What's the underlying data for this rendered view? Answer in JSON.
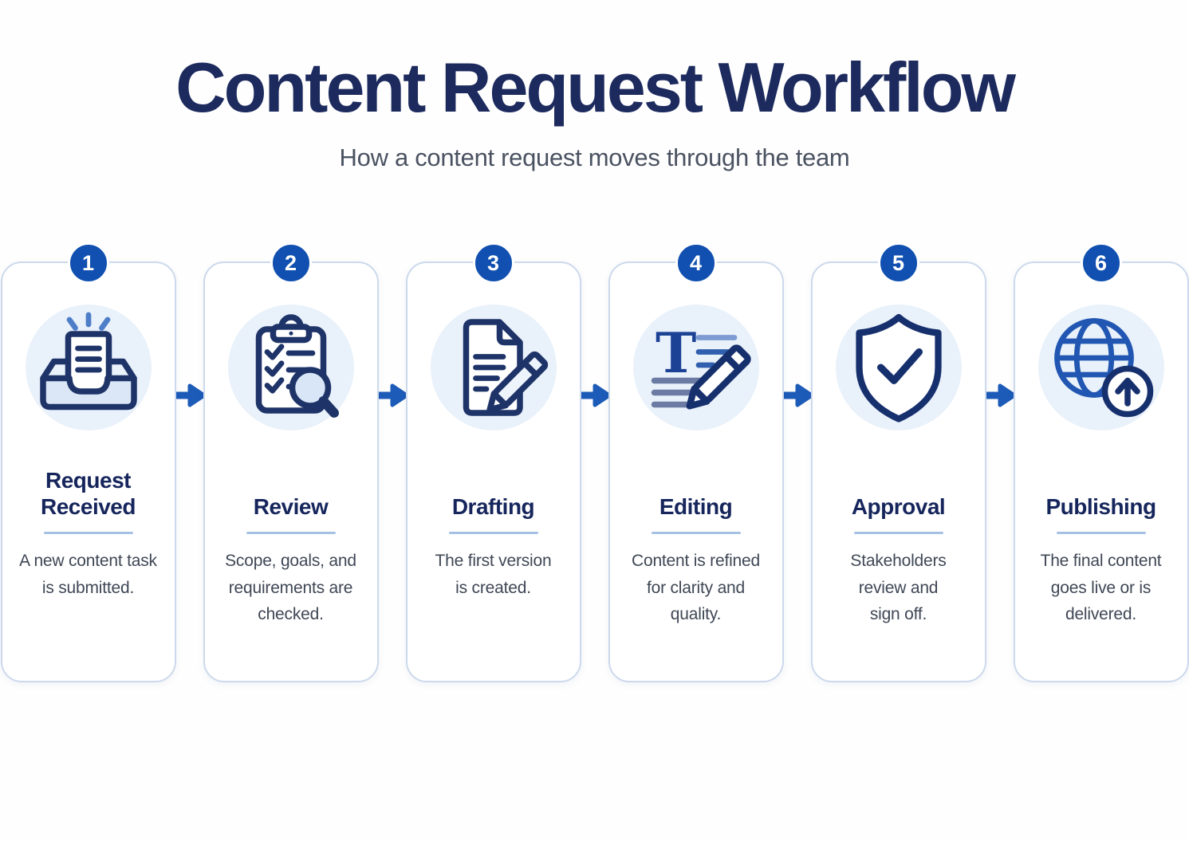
{
  "page": {
    "title": "Content Request Workflow",
    "subtitle": "How a content request moves through the team"
  },
  "colors": {
    "title_navy": "#1c2a5e",
    "subtitle_gray": "#4a5261",
    "badge_blue": "#1150b0",
    "arrow_blue": "#1d5bb8",
    "icon_stroke_navy": "#1e3468",
    "icon_accent_blue": "#2157b2",
    "icon_light_fill": "#dbe7f6",
    "icon_circle_bg": "#e9f1fa",
    "card_border": "#ccd9ec",
    "divider_blue": "#a6c1e4",
    "step_title_navy": "#16265c",
    "description_gray": "#3f4755"
  },
  "steps": [
    {
      "number": "1",
      "icon": "inbox-receive-icon",
      "title": "Request\nReceived",
      "description": "A new content task\nis submitted."
    },
    {
      "number": "2",
      "icon": "clipboard-review-icon",
      "title": "Review",
      "description": "Scope, goals, and\nrequirements are\nchecked."
    },
    {
      "number": "3",
      "icon": "document-pencil-icon",
      "title": "Drafting",
      "description": "The first version\nis created."
    },
    {
      "number": "4",
      "icon": "text-edit-icon",
      "title": "Editing",
      "description": "Content is refined\nfor clarity and\nquality."
    },
    {
      "number": "5",
      "icon": "shield-check-icon",
      "title": "Approval",
      "description": "Stakeholders\nreview and\nsign off."
    },
    {
      "number": "6",
      "icon": "globe-upload-icon",
      "title": "Publishing",
      "description": "The final content\ngoes live or is\ndelivered."
    }
  ]
}
